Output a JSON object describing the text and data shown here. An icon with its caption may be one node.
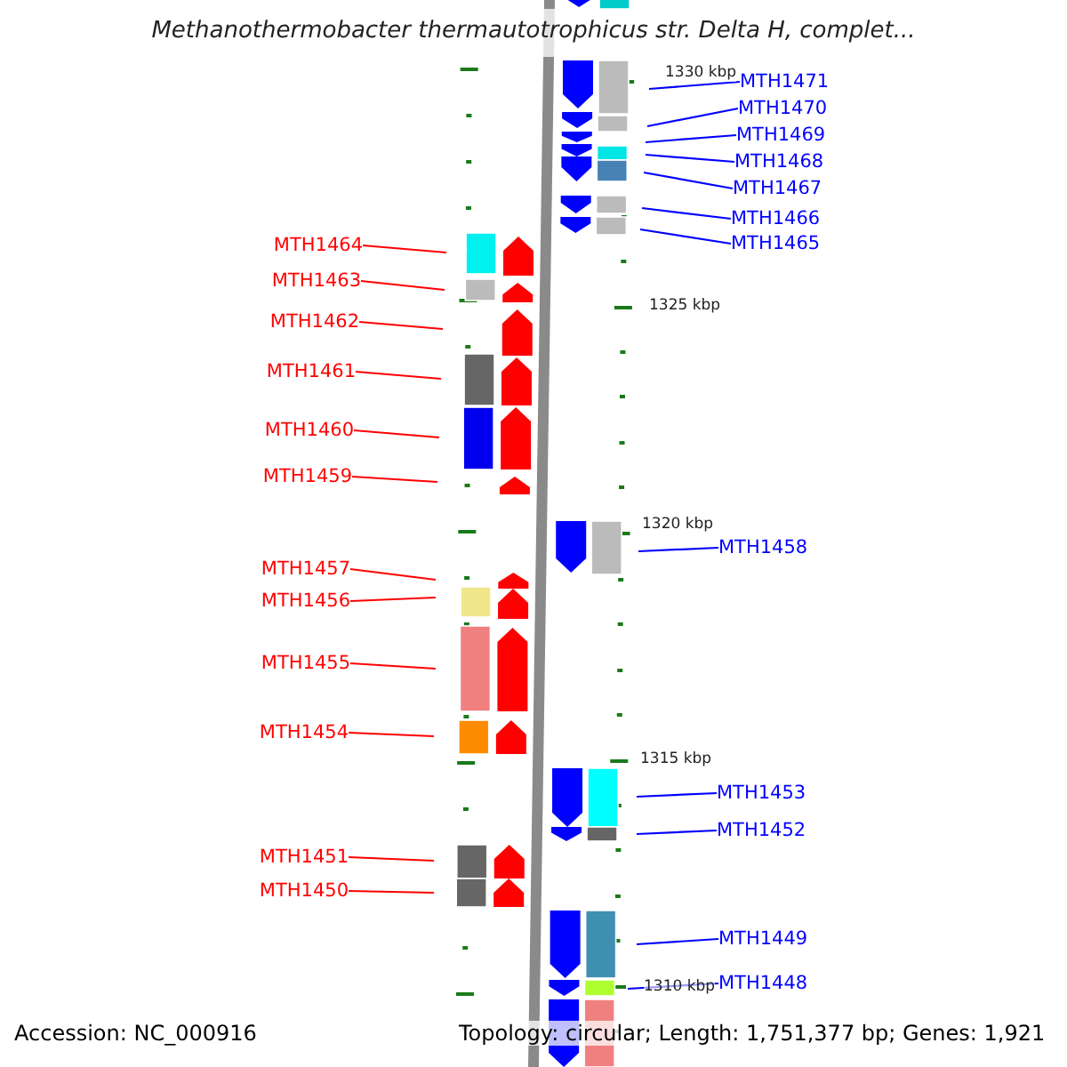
{
  "diagram": {
    "title": "Methanothermobacter thermautotrophicus str. Delta H, complet...",
    "nodes": [
      {
        "text": [
          "MTH1471"
        ]
      },
      {
        "text": [
          "MTH1470"
        ]
      },
      {
        "text": [
          "MTH1469"
        ]
      },
      {
        "text": [
          "MTH1468"
        ]
      },
      {
        "text": [
          "MTH1467"
        ]
      },
      {
        "text": [
          "MTH1466"
        ]
      },
      {
        "text": [
          "MTH1465"
        ]
      },
      {
        "text": [
          "MTH1464"
        ]
      },
      {
        "text": [
          "MTH1463"
        ]
      },
      {
        "text": [
          "MTH1462"
        ]
      },
      {
        "text": [
          "MTH1461"
        ]
      },
      {
        "text": [
          "MTH1460"
        ]
      },
      {
        "text": [
          "MTH1459"
        ]
      },
      {
        "text": [
          "MTH1458"
        ]
      },
      {
        "text": [
          "MTH1457"
        ]
      },
      {
        "text": [
          "MTH1456"
        ]
      },
      {
        "text": [
          "MTH1455"
        ]
      },
      {
        "text": [
          "MTH1454"
        ]
      },
      {
        "text": [
          "MTH1453"
        ]
      },
      {
        "text": [
          "MTH1452"
        ]
      },
      {
        "text": [
          "MTH1451"
        ]
      },
      {
        "text": [
          "MTH1450"
        ]
      },
      {
        "text": [
          "MTH1449"
        ]
      },
      {
        "text": [
          "MTH1448"
        ]
      }
    ],
    "edges": [
      {
        "from": 0,
        "to": null,
        "arrow": "none"
      },
      {
        "from": 1,
        "to": null,
        "arrow": "none"
      },
      {
        "from": 2,
        "to": null,
        "arrow": "none"
      },
      {
        "from": 3,
        "to": null,
        "arrow": "none"
      },
      {
        "from": 4,
        "to": null,
        "arrow": "none"
      },
      {
        "from": 5,
        "to": null,
        "arrow": "none"
      },
      {
        "from": 6,
        "to": null,
        "arrow": "none"
      },
      {
        "from": 7,
        "to": null,
        "arrow": "none",
        "color": "#ff0000"
      },
      {
        "from": 8,
        "to": null,
        "arrow": "none",
        "color": "#ff0000"
      },
      {
        "from": 9,
        "to": null,
        "arrow": "none",
        "color": "#ff0000"
      },
      {
        "from": 10,
        "to": null,
        "arrow": "none",
        "color": "#ff0000"
      },
      {
        "from": 11,
        "to": null,
        "arrow": "none",
        "color": "#ff0000"
      },
      {
        "from": 12,
        "to": null,
        "arrow": "none",
        "color": "#ff0000"
      },
      {
        "from": 13,
        "to": null,
        "arrow": "none"
      },
      {
        "from": 14,
        "to": null,
        "arrow": "none",
        "color": "#ff0000"
      },
      {
        "from": 15,
        "to": null,
        "arrow": "none",
        "color": "#ff0000"
      },
      {
        "from": 16,
        "to": null,
        "arrow": "none",
        "color": "#ff0000"
      },
      {
        "from": 17,
        "to": null,
        "arrow": "none",
        "color": "#ff0000"
      },
      {
        "from": 18,
        "to": null,
        "arrow": "none"
      },
      {
        "from": 19,
        "to": null,
        "arrow": "none"
      },
      {
        "from": 20,
        "to": null,
        "arrow": "none",
        "color": "#ff0000"
      },
      {
        "from": 21,
        "to": null,
        "arrow": "none",
        "color": "#ff0000"
      },
      {
        "from": 22,
        "to": null,
        "arrow": "none"
      },
      {
        "from": 23,
        "to": null,
        "arrow": "none"
      }
    ],
    "labels": [
      "1330 kbp",
      "1325 kbp",
      "1320 kbp",
      "1315 kbp",
      "1310 kbp",
      "Accession: NC_000916",
      "Topology: circular; Length: 1,751,377 bp; Genes: 1,921"
    ]
  }
}
